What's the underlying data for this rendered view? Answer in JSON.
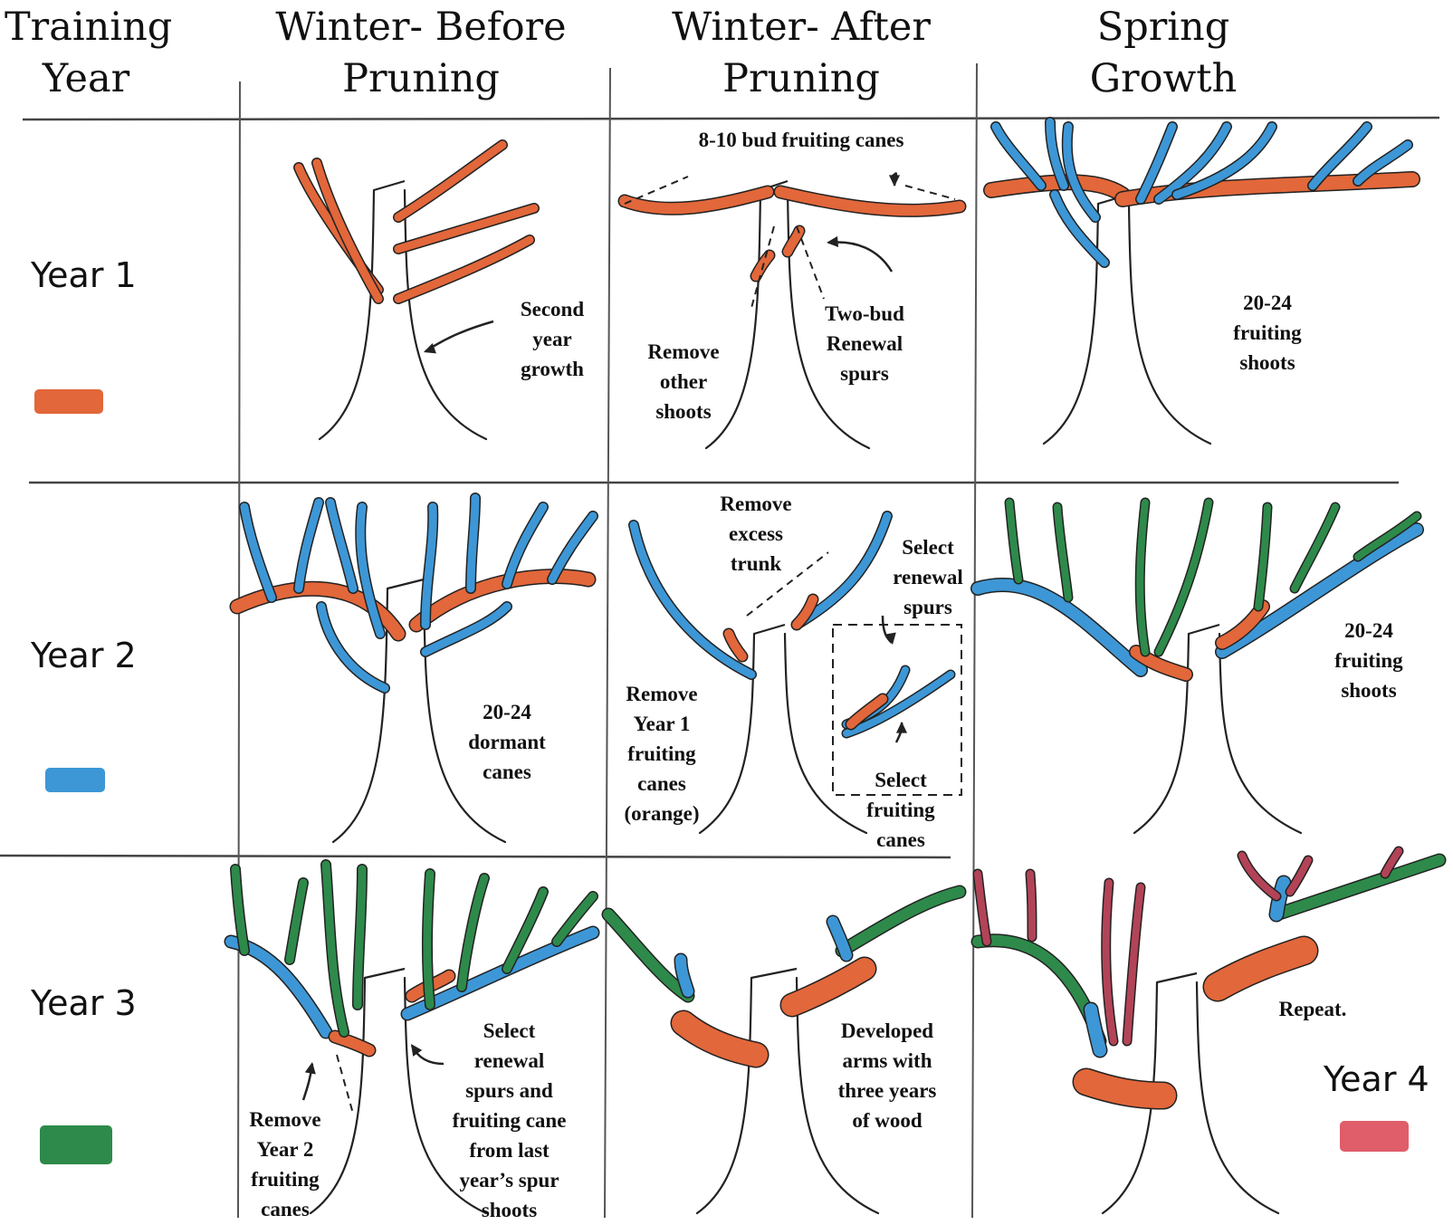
{
  "headers": {
    "training_year": [
      "Training",
      "Year"
    ],
    "winter_before": [
      "Winter- Before",
      "Pruning"
    ],
    "winter_after": [
      "Winter- After",
      "Pruning"
    ],
    "spring": [
      "Spring",
      "Growth"
    ]
  },
  "years": [
    "Year 1",
    "Year 2",
    "Year 3",
    "Year 4"
  ],
  "colors": {
    "year1": "#e2673a",
    "year2": "#3d97d6",
    "year3": "#2e8a4a",
    "year4": "#e05d6a",
    "year4_drawn": "#b34357",
    "trunk": "#e8e8e8",
    "ink": "#222222"
  },
  "notes": {
    "r1_before": [
      "Second",
      "year",
      "growth"
    ],
    "r1_after_top": [
      "8-10 bud fruiting canes"
    ],
    "r1_after_remove": [
      "Remove",
      "other",
      "shoots"
    ],
    "r1_after_spurs": [
      "Two-bud",
      "Renewal",
      "spurs"
    ],
    "r1_spring": [
      "20-24",
      "fruiting",
      "shoots"
    ],
    "r2_before": [
      "20-24",
      "dormant",
      "canes"
    ],
    "r2_after_trunk": [
      "Remove",
      "excess",
      "trunk"
    ],
    "r2_after_renewal": [
      "Select",
      "renewal",
      "spurs"
    ],
    "r2_after_remove": [
      "Remove",
      "Year 1",
      "fruiting",
      "canes",
      "(orange)"
    ],
    "r2_after_fruiting": [
      "Select",
      "fruiting",
      "canes"
    ],
    "r2_spring": [
      "20-24",
      "fruiting",
      "shoots"
    ],
    "r3_before_remove": [
      "Remove",
      "Year 2",
      "fruiting",
      "canes"
    ],
    "r3_before_select": [
      "Select",
      "renewal",
      "spurs and",
      "fruiting cane",
      "from last",
      "year’s spur",
      "shoots"
    ],
    "r3_after": [
      "Developed",
      "arms with",
      "three years",
      "of wood"
    ],
    "r3_spring": [
      "Repeat."
    ]
  }
}
